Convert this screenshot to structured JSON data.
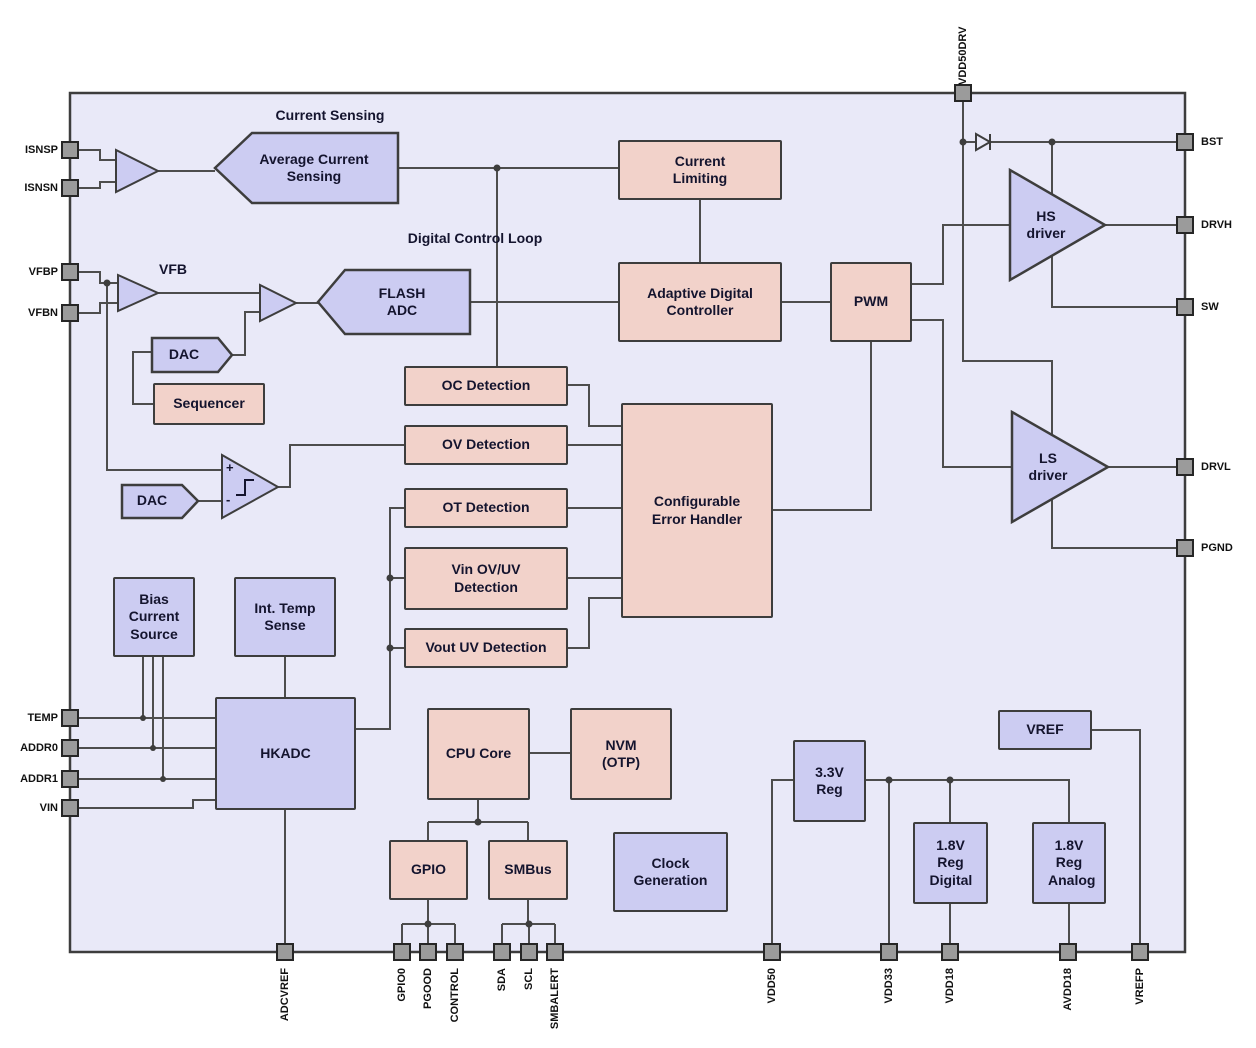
{
  "labels": {
    "current_sensing": "Current Sensing",
    "digital_control_loop": "Digital Control Loop",
    "vfb": "VFB"
  },
  "blocks": {
    "avg_current_sensing": "Average Current Sensing",
    "flash_adc": "FLASH ADC",
    "dac1": "DAC",
    "dac2": "DAC",
    "sequencer": "Sequencer",
    "current_limiting": "Current Limiting",
    "adaptive_digital_controller": "Adaptive Digital Controller",
    "pwm": "PWM",
    "oc_detection": "OC Detection",
    "ov_detection": "OV Detection",
    "ot_detection": "OT Detection",
    "vin_ovuv_detection": "Vin OV/UV Detection",
    "vout_uv_detection": "Vout UV Detection",
    "error_handler": "Configurable Error Handler",
    "hs_driver": "HS driver",
    "ls_driver": "LS driver",
    "bias_current_source": "Bias Current Source",
    "int_temp_sense": "Int. Temp Sense",
    "hkadc": "HKADC",
    "cpu_core": "CPU Core",
    "nvm_otp": "NVM (OTP)",
    "gpio": "GPIO",
    "smbus": "SMBus",
    "clock_generation": "Clock Generation",
    "vref": "VREF",
    "reg_3v3": "3.3V Reg",
    "reg_1v8_digital": "1.8V Reg Digital",
    "reg_1v8_analog": "1.8V Reg Analog"
  },
  "comparator": {
    "plus": "+",
    "minus": "-"
  },
  "pins": {
    "left": [
      {
        "label": "ISNSP"
      },
      {
        "label": "ISNSN"
      },
      {
        "label": "VFBP"
      },
      {
        "label": "VFBN"
      },
      {
        "label": "TEMP"
      },
      {
        "label": "ADDR0"
      },
      {
        "label": "ADDR1"
      },
      {
        "label": "VIN"
      }
    ],
    "right": [
      {
        "label": "BST"
      },
      {
        "label": "DRVH"
      },
      {
        "label": "SW"
      },
      {
        "label": "DRVL"
      },
      {
        "label": "PGND"
      }
    ],
    "top": [
      {
        "label": "VDD50DRV"
      }
    ],
    "bottom": [
      {
        "label": "ADCVREF"
      },
      {
        "label": "GPIO0"
      },
      {
        "label": "PGOOD"
      },
      {
        "label": "CONTROL"
      },
      {
        "label": "SDA"
      },
      {
        "label": "SCL"
      },
      {
        "label": "SMBALERT"
      },
      {
        "label": "VDD50"
      },
      {
        "label": "VDD33"
      },
      {
        "label": "VDD18"
      },
      {
        "label": "AVDD18"
      },
      {
        "label": "VREFP"
      }
    ]
  },
  "colors": {
    "chip_fill": "#e9e9f8",
    "block_blue": "#ccccf2",
    "block_pink": "#f2d2ca",
    "wire": "#4d4d4d",
    "outline": "#3d3d3d",
    "pin_fill": "#9b9b9b",
    "text": "#14142e"
  }
}
